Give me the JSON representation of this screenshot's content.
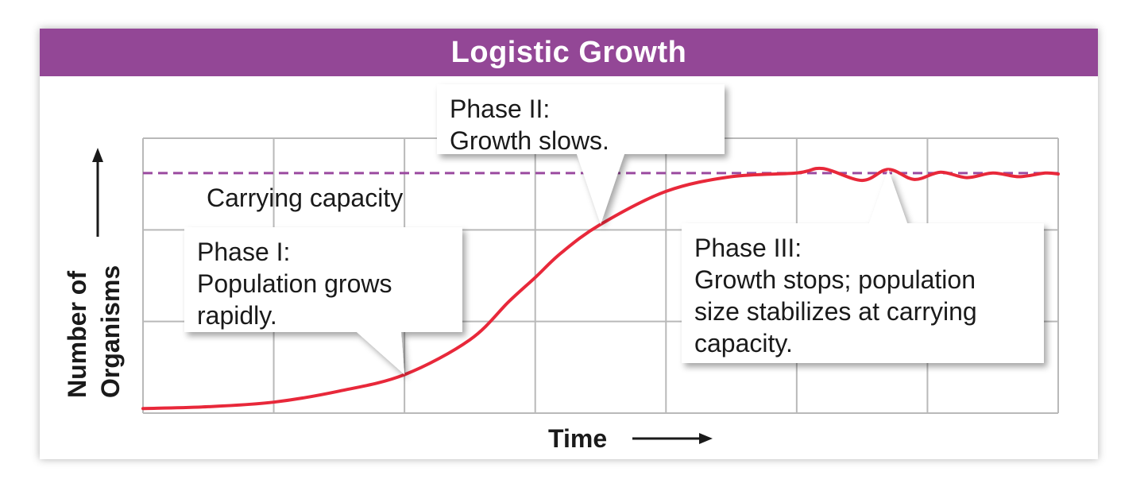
{
  "chart_data": {
    "type": "line",
    "title": "Logistic Growth",
    "xlabel": "Time",
    "ylabel_line1": "Number of",
    "ylabel_line2": "Organisms",
    "grid": true,
    "xlim": [
      0,
      7
    ],
    "ylim": [
      0,
      3
    ],
    "carrying_capacity": {
      "label": "Carrying capacity",
      "value": 2.62
    },
    "series": [
      {
        "color": "#e8283a",
        "x": [
          0,
          0.5,
          1.0,
          1.5,
          2.0,
          2.5,
          2.8,
          3.0,
          3.2,
          3.5,
          4.0,
          4.5,
          5.0,
          5.2,
          5.5,
          5.7,
          5.9,
          6.1,
          6.3,
          6.5,
          6.7,
          6.9,
          7.0
        ],
        "y": [
          0.05,
          0.07,
          0.12,
          0.24,
          0.42,
          0.8,
          1.22,
          1.48,
          1.75,
          2.06,
          2.42,
          2.58,
          2.62,
          2.67,
          2.54,
          2.66,
          2.55,
          2.63,
          2.57,
          2.62,
          2.58,
          2.62,
          2.61
        ]
      }
    ],
    "annotations": [
      {
        "id": "phase1",
        "lines": [
          "Phase I:",
          "Population grows",
          "rapidly."
        ],
        "point_x": 2.0,
        "point_y": 0.42
      },
      {
        "id": "phase2",
        "lines": [
          "Phase II:",
          "Growth slows."
        ],
        "point_x": 3.5,
        "point_y": 2.06
      },
      {
        "id": "phase3",
        "lines": [
          "Phase III:",
          "Growth stops; population",
          "size stabilizes at carrying",
          "capacity."
        ],
        "point_x": 5.7,
        "point_y": 2.66
      }
    ],
    "colors": {
      "title_bar": "#934796",
      "curve": "#e8283a",
      "capacity_line": "#9b4aa0",
      "grid": "#b9b9b9"
    }
  }
}
